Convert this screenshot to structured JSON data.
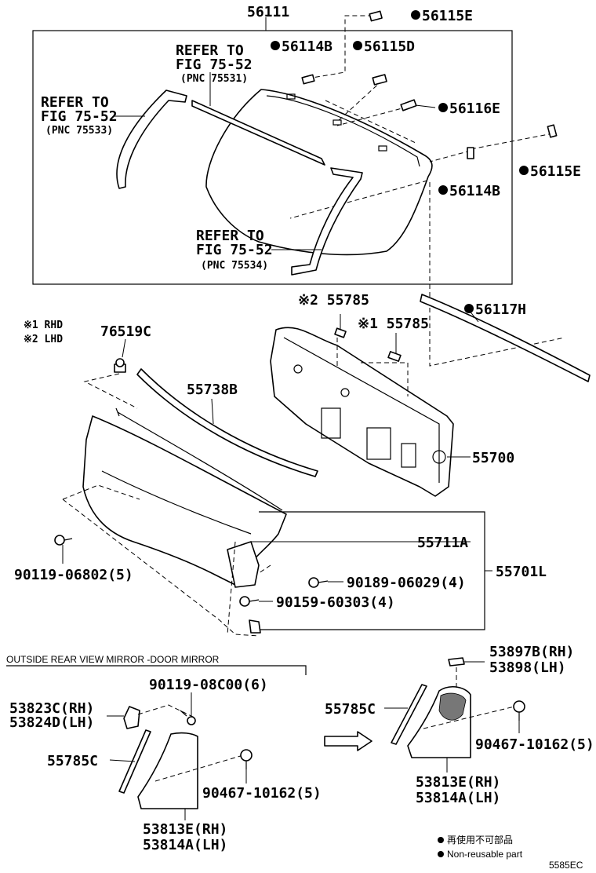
{
  "labels": {
    "p56111": "56111",
    "p56115e_top": "56115E",
    "p56114b_top": "56114B",
    "p56115d": "56115D",
    "p56116e": "56116E",
    "p56115e_right": "56115E",
    "p56114b_right": "56114B",
    "p56117h": "56117H",
    "refer1_l1": "REFER TO",
    "refer1_l2": "FIG 75-52",
    "refer1_l3": "(PNC 75531)",
    "refer2_l1": "REFER TO",
    "refer2_l2": "FIG 75-52",
    "refer2_l3": "(PNC 75533)",
    "refer3_l1": "REFER TO",
    "refer3_l2": "FIG 75-52",
    "refer3_l3": "(PNC 75534)",
    "note_rhd": "※1 RHD",
    "note_lhd": "※2 LHD",
    "p55785_lhd": "※2 55785",
    "p55785_rhd": "※1 55785",
    "p76519c": "76519C",
    "p55738b": "55738B",
    "p55700": "55700",
    "p55711a": "55711A",
    "p55701l": "55701L",
    "p90119_06802": "90119-06802(5)",
    "p90189_06029": "90189-06029(4)",
    "p90159_60303": "90159-60303(4)",
    "mirror_section": "OUTSIDE REAR VIEW MIRROR -DOOR MIRROR",
    "p90119_08c00": "90119-08C00(6)",
    "p53823c": "53823C(RH)",
    "p53824d": "53824D(LH)",
    "p55785c_left": "55785C",
    "p90467_left": "90467-10162(5)",
    "p53813e_left": "53813E(RH)",
    "p53814a_left": "53814A(LH)",
    "p55785c_right": "55785C",
    "p53897b": "53897B(RH)",
    "p53898": "53898(LH)",
    "p90467_right": "90467-10162(5)",
    "p53813e_right": "53813E(RH)",
    "p53814a_right": "53814A(LH)",
    "legend_cn": "再使用不可部品",
    "legend_en": "Non-reusable part",
    "figure_code": "5585EC"
  }
}
